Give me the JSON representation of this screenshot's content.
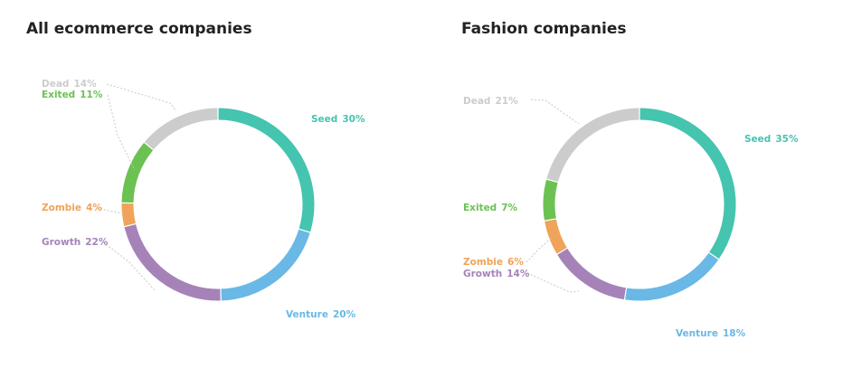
{
  "chart_data": [
    {
      "type": "pie",
      "title": "All ecommerce companies",
      "slices": [
        {
          "name": "Seed",
          "value": 30,
          "label": "30%",
          "color": "#45c4b0"
        },
        {
          "name": "Venture",
          "value": 20,
          "label": "20%",
          "color": "#69b8e6"
        },
        {
          "name": "Growth",
          "value": 22,
          "label": "22%",
          "color": "#a583b8"
        },
        {
          "name": "Zombie",
          "value": 4,
          "label": "4%",
          "color": "#f0a35a"
        },
        {
          "name": "Exited",
          "value": 11,
          "label": "11%",
          "color": "#6cc153"
        },
        {
          "name": "Dead",
          "value": 14,
          "label": "14%",
          "color": "#cccccc"
        }
      ]
    },
    {
      "type": "pie",
      "title": "Fashion companies",
      "slices": [
        {
          "name": "Seed",
          "value": 35,
          "label": "35%",
          "color": "#45c4b0"
        },
        {
          "name": "Venture",
          "value": 18,
          "label": "18%",
          "color": "#69b8e6"
        },
        {
          "name": "Growth",
          "value": 14,
          "label": "14%",
          "color": "#a583b8"
        },
        {
          "name": "Zombie",
          "value": 6,
          "label": "6%",
          "color": "#f0a35a"
        },
        {
          "name": "Exited",
          "value": 7,
          "label": "7%",
          "color": "#6cc153"
        },
        {
          "name": "Dead",
          "value": 21,
          "label": "21%",
          "color": "#cccccc"
        }
      ]
    }
  ]
}
